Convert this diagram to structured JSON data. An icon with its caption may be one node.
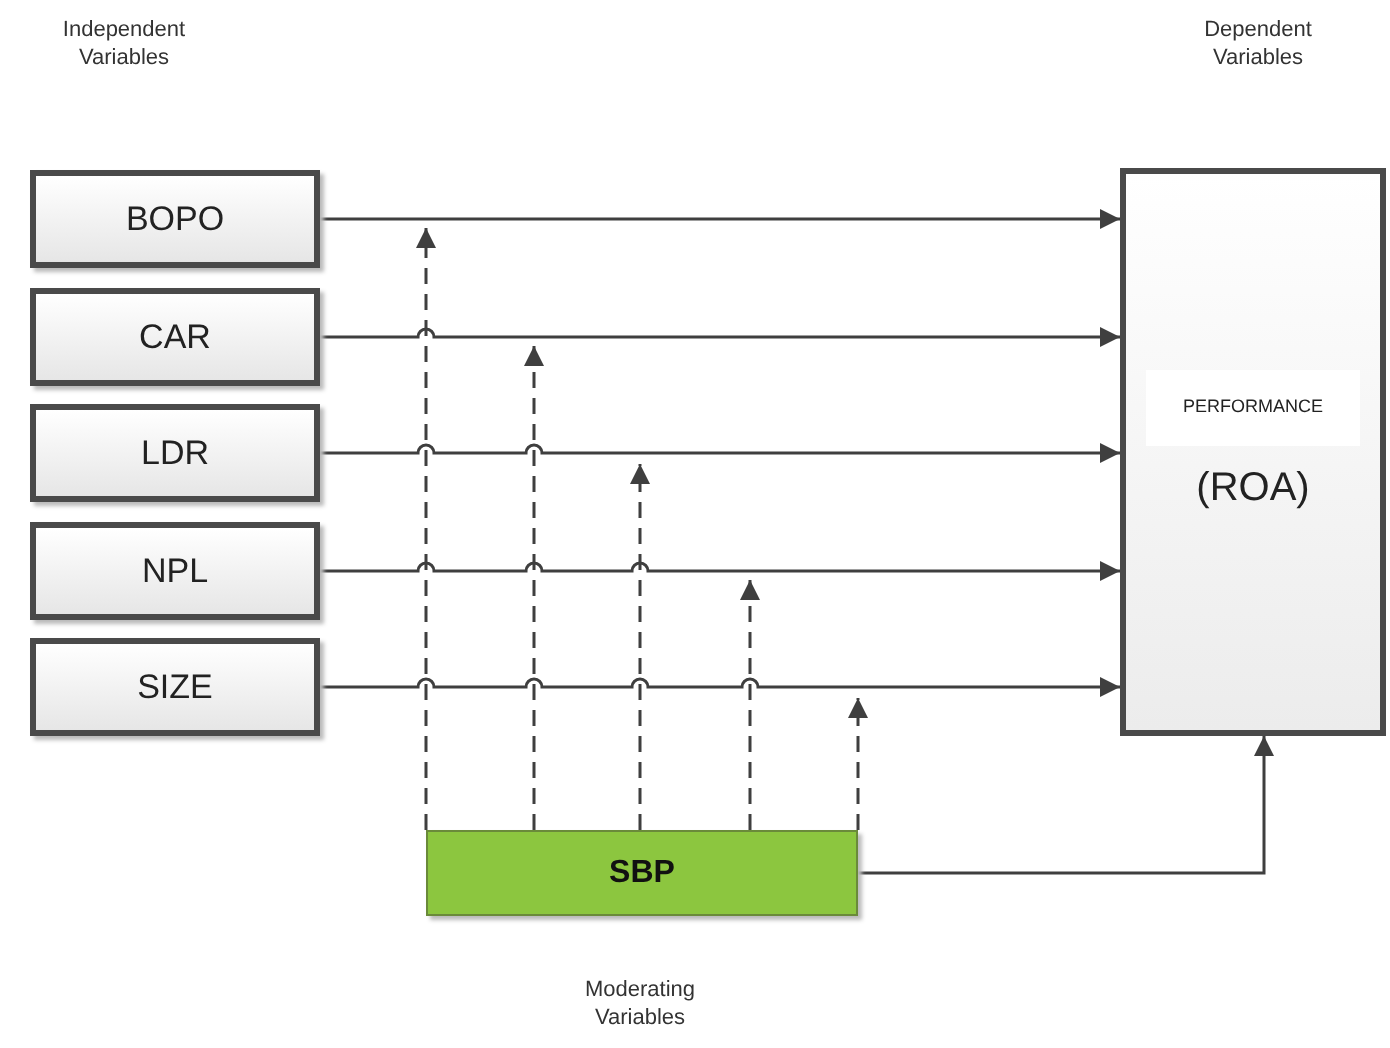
{
  "diagram": {
    "nodes": [
      {
        "text": [
          "BOPO"
        ]
      },
      {
        "text": [
          "CAR"
        ]
      },
      {
        "text": [
          "LDR"
        ]
      },
      {
        "text": [
          "NPL"
        ]
      },
      {
        "text": [
          "SIZE"
        ]
      },
      {
        "text": [
          "PERFORMANCE",
          "(ROA)"
        ]
      },
      {
        "text": [
          "SBP"
        ]
      }
    ],
    "edges": [
      {
        "from": 0,
        "to": 5,
        "arrow": "to"
      },
      {
        "from": 1,
        "to": 5,
        "arrow": "to"
      },
      {
        "from": 2,
        "to": 5,
        "arrow": "to"
      },
      {
        "from": 3,
        "to": 5,
        "arrow": "to"
      },
      {
        "from": 4,
        "to": 5,
        "arrow": "to"
      },
      {
        "from": 6,
        "to": null,
        "arrow": "to",
        "style": "dashed"
      },
      {
        "from": 6,
        "to": null,
        "arrow": "to",
        "style": "dashed"
      },
      {
        "from": 6,
        "to": null,
        "arrow": "to",
        "style": "dashed"
      },
      {
        "from": 6,
        "to": null,
        "arrow": "to",
        "style": "dashed"
      },
      {
        "from": 6,
        "to": null,
        "arrow": "to",
        "style": "dashed"
      },
      {
        "from": 6,
        "to": 5,
        "arrow": "to"
      }
    ],
    "labels": [
      "Independent Variables",
      "Dependent Variables",
      "Moderating Variables"
    ]
  }
}
